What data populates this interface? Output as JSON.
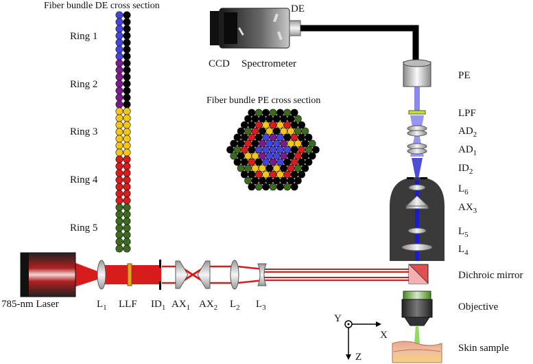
{
  "labels": {
    "de_title": "Fiber bundle DE cross section",
    "pe_title": "Fiber bundle PE cross section",
    "rings": [
      "Ring 1",
      "Ring 2",
      "Ring 3",
      "Ring 4",
      "Ring 5"
    ],
    "de": "DE",
    "ccd": "CCD",
    "spectrometer": "Spectrometer",
    "pe": "PE",
    "lpf": "LPF",
    "ad2": "AD",
    "ad2_sub": "2",
    "ad1": "AD",
    "ad1_sub": "1",
    "id2": "ID",
    "id2_sub": "2",
    "l6": "L",
    "l6_sub": "6",
    "ax3": "AX",
    "ax3_sub": "3",
    "l5": "L",
    "l5_sub": "5",
    "l4": "L",
    "l4_sub": "4",
    "dichroic": "Dichroic mirror",
    "objective": "Objective",
    "skin": "Skin sample",
    "laser": "785-nm Laser",
    "l1": "L",
    "l1_sub": "1",
    "llf": "LLF",
    "id1": "ID",
    "id1_sub": "1",
    "ax1": "AX",
    "ax1_sub": "1",
    "ax2": "AX",
    "ax2_sub": "2",
    "l2": "L",
    "l2_sub": "2",
    "l3": "L",
    "l3_sub": "3",
    "axis_x": "X",
    "axis_y": "Y",
    "axis_z": "Z"
  },
  "colors": {
    "ring1": "#4444dd",
    "ring2": "#7a1a8c",
    "ring3": "#f5c518",
    "ring4": "#d81b1b",
    "ring5": "#3d6b1e",
    "black": "#000000",
    "laser_beam": "#d81b1b",
    "raman_beam": "#3a3ad0"
  },
  "pe_bundle_center": "blue",
  "pe_bundle_rings": [
    "blue",
    "purple",
    "yellow",
    "red",
    "green/black"
  ]
}
